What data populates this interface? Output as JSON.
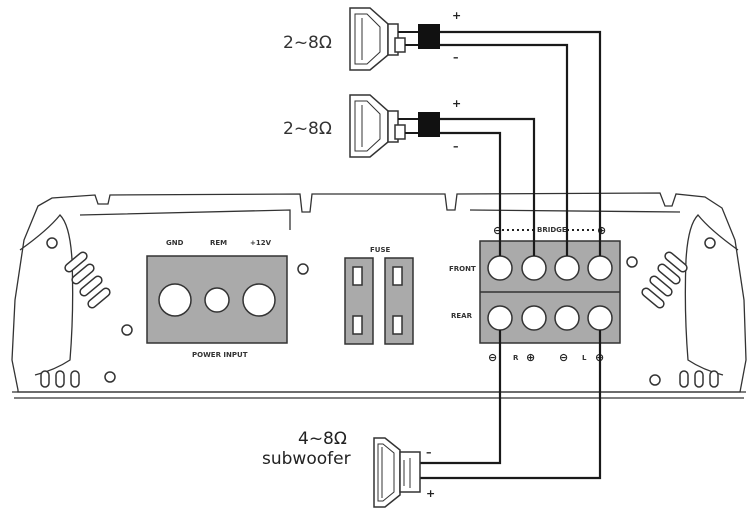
{
  "speakers": {
    "front_top": {
      "impedance": "2~8Ω",
      "plus": "+",
      "minus": "–"
    },
    "front_bottom": {
      "impedance": "2~8Ω",
      "plus": "+",
      "minus": "–"
    },
    "sub": {
      "impedance": "4~8Ω",
      "name": "subwoofer",
      "minus": "–",
      "plus": "+"
    }
  },
  "amplifier": {
    "power_input": {
      "title": "POWER INPUT",
      "terminals": [
        "GND",
        "REM",
        "+12V"
      ]
    },
    "fuse": {
      "label": "FUSE"
    },
    "bridge": {
      "label": "BRIDGE",
      "left_symbol": "⊖",
      "right_symbol": "⊕"
    },
    "rows": {
      "front": "FRONT",
      "rear": "REAR"
    },
    "bottom_labels": [
      "⊖",
      "R",
      "⊕",
      "⊖",
      "L",
      "⊕"
    ]
  },
  "colors": {
    "line": "#1a1a1a",
    "terminal_panel": "#aaaaaa",
    "body": "#ffffff"
  }
}
